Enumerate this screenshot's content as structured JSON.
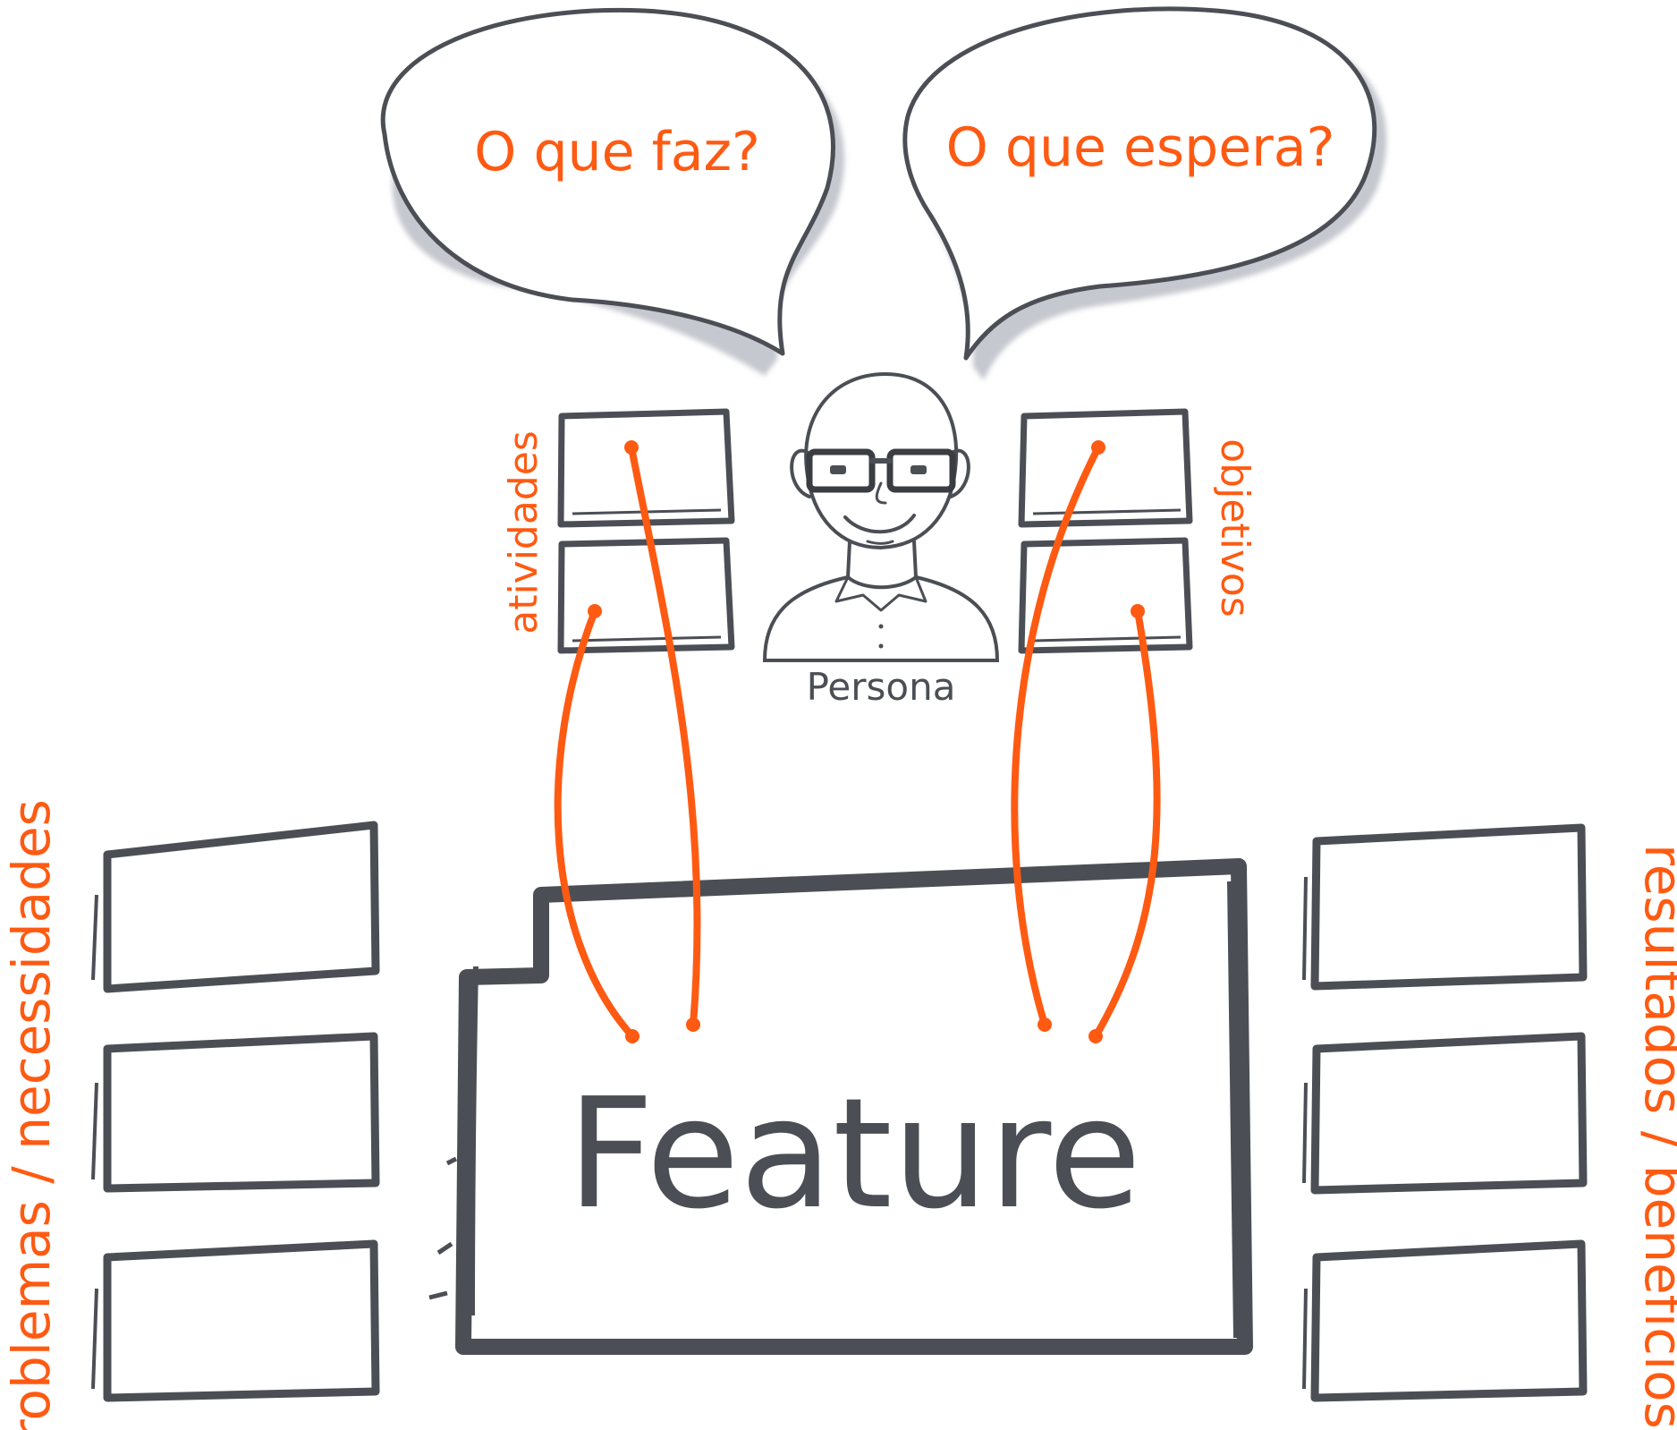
{
  "bubbles": {
    "left": "O que faz?",
    "right": "O que espera?"
  },
  "persona": {
    "label": "Persona",
    "icon": "persona-avatar-icon"
  },
  "side_labels": {
    "activities": "atividades",
    "goals": "objetivos",
    "problems": "problemas / necessidades",
    "results": "resultados / benefícios"
  },
  "feature": {
    "label": "Feature"
  },
  "colors": {
    "accent": "#ff5a12",
    "ink": "#4b4f55",
    "shadow": "#c2c4cb"
  }
}
